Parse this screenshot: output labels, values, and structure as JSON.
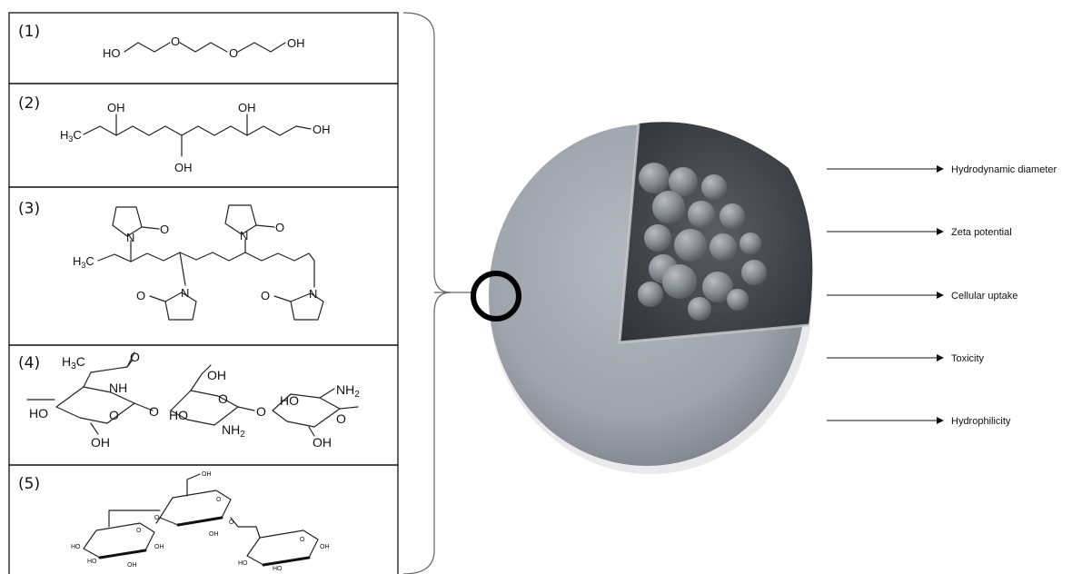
{
  "panels": [
    {
      "number": "(1)"
    },
    {
      "number": "(2)"
    },
    {
      "number": "(3)"
    },
    {
      "number": "(4)"
    },
    {
      "number": "(5)"
    }
  ],
  "atoms": {
    "ho": "HO",
    "oh": "OH",
    "o": "O",
    "h3c": "H",
    "h3c_sub": "3",
    "h3c_c": "C",
    "nh": "NH",
    "nh2": "NH",
    "nh2_sub": "2",
    "n": "N"
  },
  "properties": [
    {
      "label": "Hydrodynamic diameter"
    },
    {
      "label": "Zeta potential"
    },
    {
      "label": "Cellular uptake"
    },
    {
      "label": "Toxicity"
    },
    {
      "label": "Hydrophilicity"
    }
  ],
  "colors": {
    "sphere": "#9ea3ab",
    "core": "#4a4d53",
    "particle": "#8c9097",
    "ring": "#000000"
  }
}
